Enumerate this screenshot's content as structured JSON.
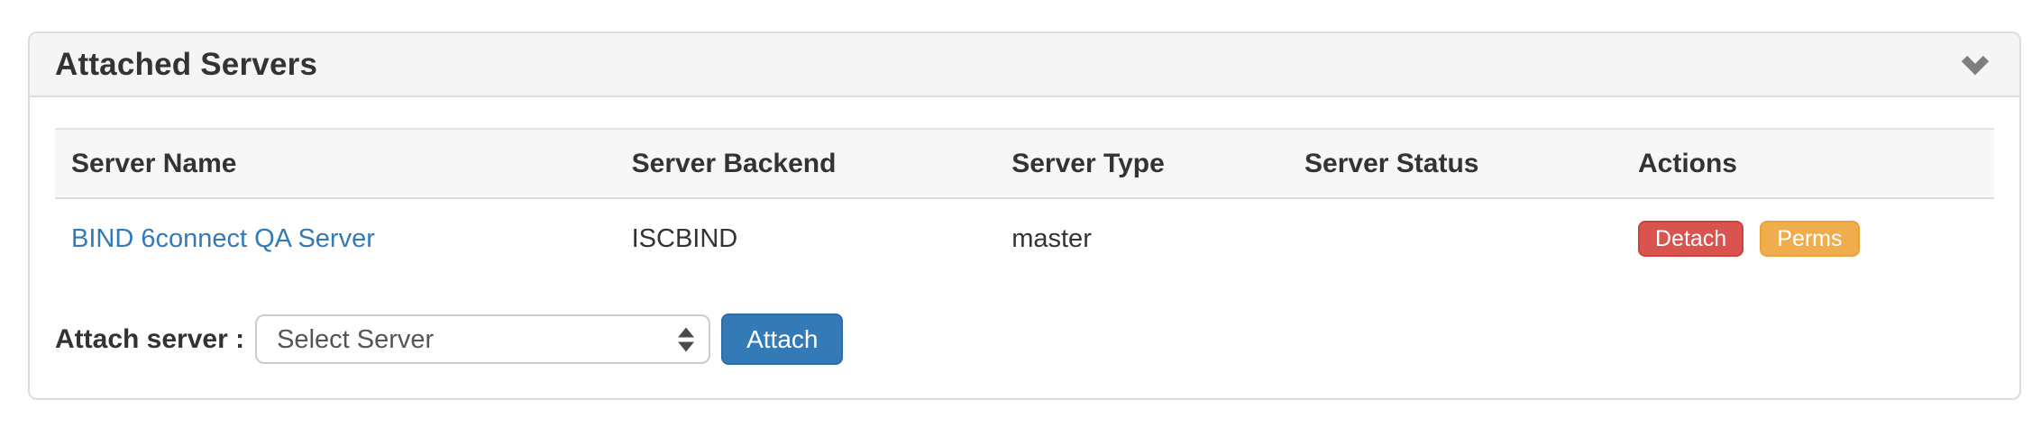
{
  "panel": {
    "title": "Attached Servers",
    "collapse_icon": "chevron-down-icon"
  },
  "table": {
    "columns": [
      "Server Name",
      "Server Backend",
      "Server Type",
      "Server Status",
      "Actions"
    ],
    "rows": [
      {
        "server_name": "BIND 6connect QA Server",
        "server_backend": "ISCBIND",
        "server_type": "master",
        "server_status": "",
        "actions": [
          {
            "label": "Detach",
            "style": "danger"
          },
          {
            "label": "Perms",
            "style": "warning"
          }
        ]
      }
    ]
  },
  "attach": {
    "label": "Attach server :",
    "select_value": "Select Server",
    "button_label": "Attach"
  },
  "colors": {
    "link": "#337ab7",
    "primary": "#337ab7",
    "danger": "#d9534f",
    "warning": "#f0ad4e",
    "panel_border": "#dddddd",
    "panel_header_bg": "#f5f5f5",
    "thead_bg": "#f7f7f7",
    "chevron": "#7f7f7f"
  }
}
